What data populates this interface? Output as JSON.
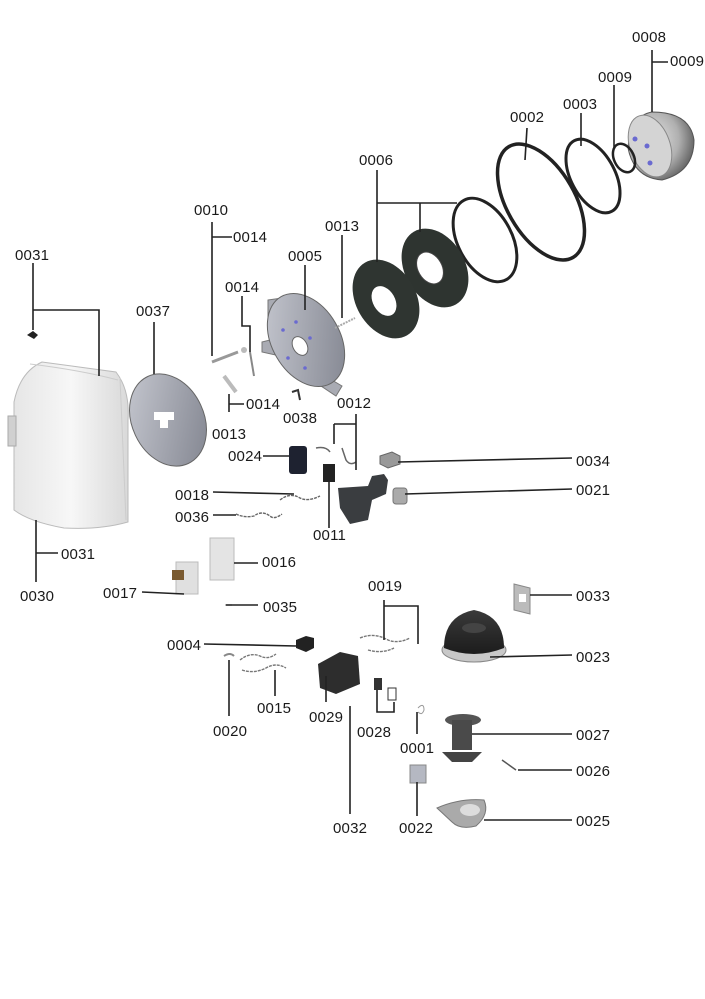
{
  "diagram": {
    "type": "exploded-parts-diagram",
    "labels": {
      "p0001": "0001",
      "p0002": "0002",
      "p0003": "0003",
      "p0004": "0004",
      "p0005": "0005",
      "p0006": "0006",
      "p0008": "0008",
      "p0009a": "0009",
      "p0009b": "0009",
      "p0010": "0010",
      "p0011": "0011",
      "p0012": "0012",
      "p0013a": "0013",
      "p0013b": "0013",
      "p0014a": "0014",
      "p0014b": "0014",
      "p0014c": "0014",
      "p0015": "0015",
      "p0016": "0016",
      "p0017": "0017",
      "p0018": "0018",
      "p0019": "0019",
      "p0020": "0020",
      "p0021": "0021",
      "p0022": "0022",
      "p0023": "0023",
      "p0024": "0024",
      "p0025": "0025",
      "p0026": "0026",
      "p0027": "0027",
      "p0028": "0028",
      "p0029": "0029",
      "p0030": "0030",
      "p0031a": "0031",
      "p0031b": "0031",
      "p0032": "0032",
      "p0033": "0033",
      "p0034": "0034",
      "p0035": "0035",
      "p0036": "0036",
      "p0037": "0037",
      "p0038": "0038"
    }
  }
}
